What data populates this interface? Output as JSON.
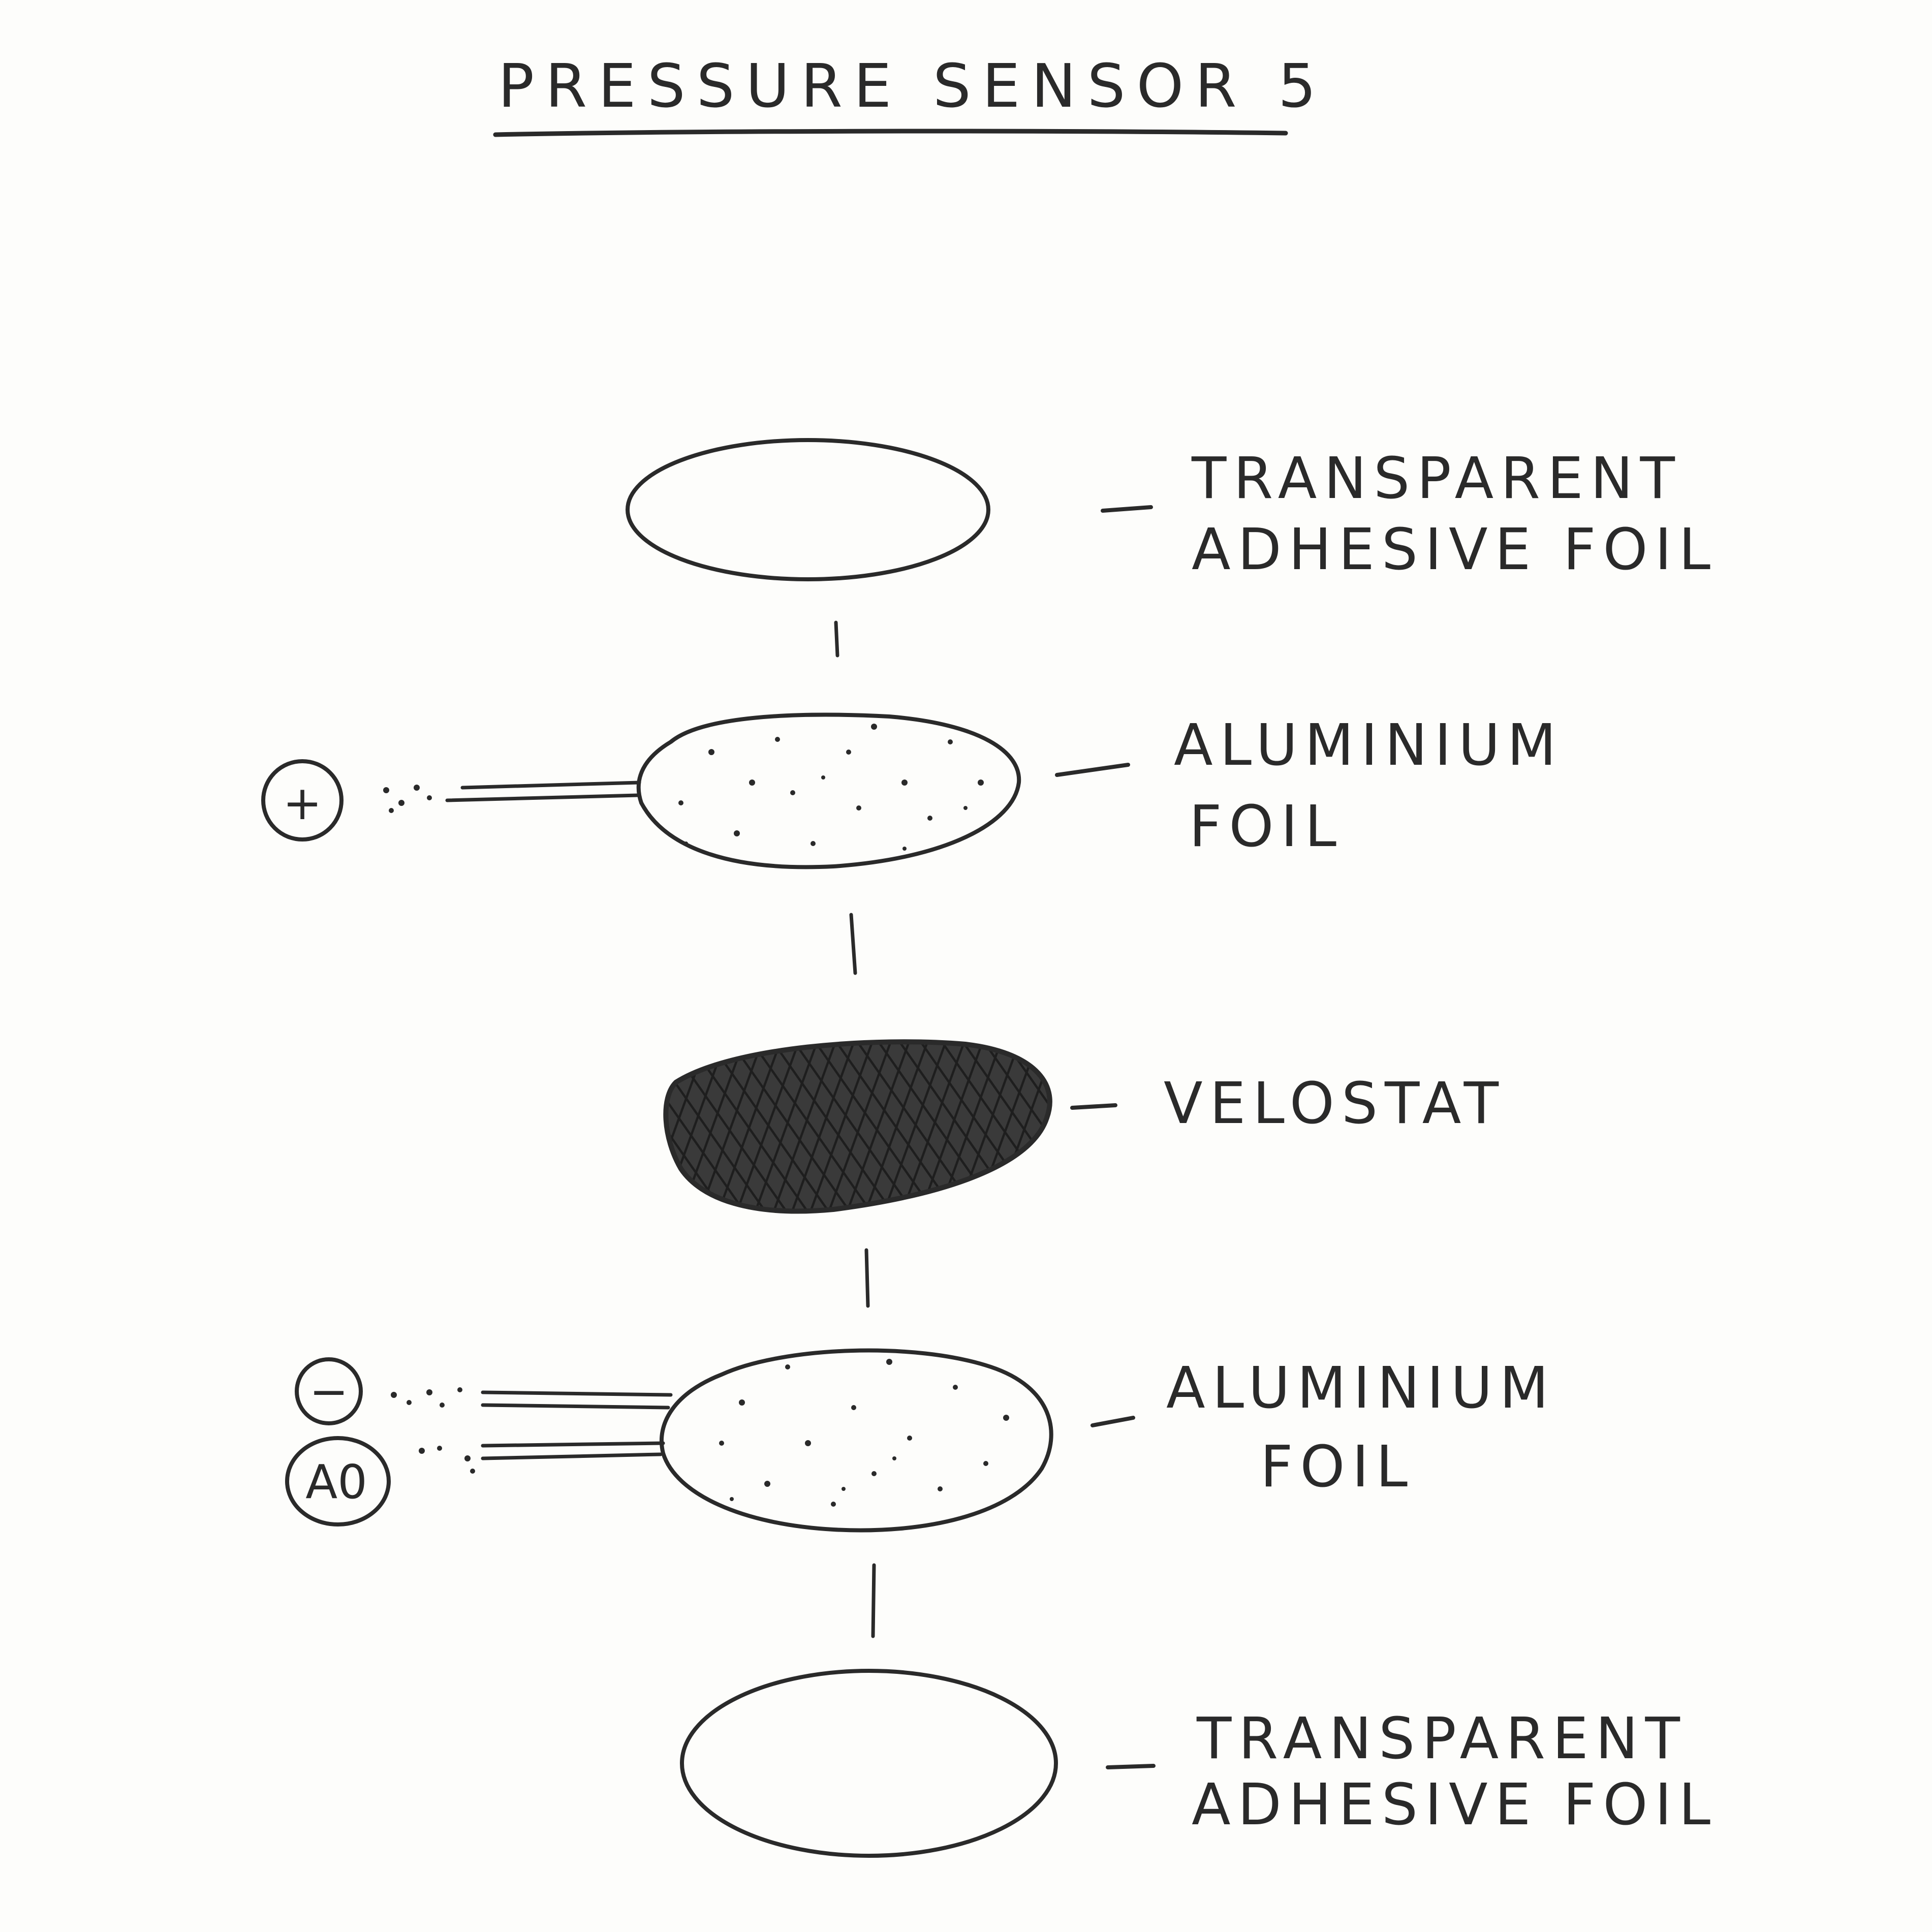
{
  "title": "PRESSURE SENSOR 5",
  "layers": [
    {
      "id": "top-adhesive",
      "label_line1": "TRANSPARENT",
      "label_line2": "ADHESIVE FOIL",
      "fill": "none"
    },
    {
      "id": "top-aluminium",
      "label_line1": "ALUMINIUM",
      "label_line2": "FOIL",
      "fill": "dotted"
    },
    {
      "id": "velostat",
      "label_line1": "VELOSTAT",
      "label_line2": "",
      "fill": "crosshatch"
    },
    {
      "id": "bottom-aluminium",
      "label_line1": "ALUMINIUM",
      "label_line2": "FOIL",
      "fill": "dotted"
    },
    {
      "id": "bottom-adhesive",
      "label_line1": "TRANSPARENT",
      "label_line2": "ADHESIVE FOIL",
      "fill": "none"
    }
  ],
  "terminals": {
    "plus": "+",
    "minus": "−",
    "analog": "A0"
  },
  "colors": {
    "ink": "#2a2a2a",
    "paper": "#fdfdfb"
  }
}
